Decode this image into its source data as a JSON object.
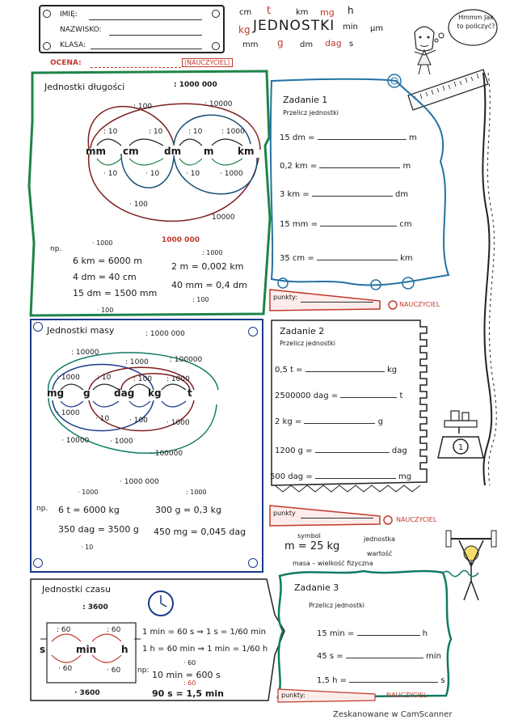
{
  "header": {
    "name_label": "IMIĘ:",
    "surname_label": "NAZWISKO:",
    "class_label": "KLASA:",
    "grade_label": "OCENA:",
    "teacher_label": "(NAUCZYCIEL)",
    "title": "JEDNOSTKI",
    "units_scatter": [
      "cm",
      "t",
      "km",
      "mg",
      "h",
      "kg",
      "min",
      "μm",
      "mm",
      "g",
      "dm",
      "dag",
      "s"
    ],
    "speech": "Hmmm Jak to policzyć?"
  },
  "length": {
    "title": "Jednostki długości",
    "top_conv": ": 1000 000",
    "bottom_conv": "1000 000",
    "outer_top": ": 100",
    "outer_top2": ": 10000",
    "units": [
      "mm",
      "cm",
      "dm",
      "m",
      "km"
    ],
    "div_steps": [
      ": 10",
      ": 10",
      ": 10",
      ": 1000"
    ],
    "mul_steps": [
      "· 10",
      "· 10",
      "· 10",
      "· 1000"
    ],
    "bottom_small": "· 100",
    "bottom_small2": "10000",
    "example_label": "np.",
    "examples": [
      {
        "above": "· 1000",
        "text": "6 km = 6000 m"
      },
      {
        "above": "",
        "text": "4 dm = 40 cm"
      },
      {
        "above": "",
        "text": "15 dm = 1500 mm"
      },
      {
        "above": ": 1000",
        "text": "2 m = 0,002 km"
      },
      {
        "above": "",
        "text": "40 mm = 0,4 dm"
      }
    ],
    "ex_bottom": "· 100",
    "ex_bottom2": ": 100"
  },
  "task1": {
    "title": "Zadanie 1",
    "subtitle": "Przelicz jednostki",
    "rows": [
      {
        "left": "15 dm =",
        "unit": "m"
      },
      {
        "left": "0,2 km =",
        "unit": "m"
      },
      {
        "left": "3 km =",
        "unit": "dm"
      },
      {
        "left": "15 mm =",
        "unit": "cm"
      },
      {
        "left": "35 cm =",
        "unit": "km"
      }
    ],
    "points_label": "punkty:",
    "teacher": "NAUCZYCIEL"
  },
  "mass": {
    "title": "Jednostki masy",
    "top_conv": ": 1000 000",
    "bottom_conv": "· 1000 000",
    "units": [
      "mg",
      "g",
      "dag",
      "kg",
      "t"
    ],
    "labels_top": [
      ": 10000",
      ": 1000",
      ": 100000",
      ": 1000",
      ": 10",
      ": 100",
      ": 1000"
    ],
    "labels_bottom": [
      "· 1000",
      "· 10",
      "· 100",
      "· 1000",
      "· 10000",
      "· 1000",
      "· 100000"
    ],
    "example_label": "np.",
    "examples": [
      {
        "above": "· 1000",
        "text": "6 t = 6000 kg"
      },
      {
        "above": ": 1000",
        "text": "300 g = 0,3 kg"
      },
      {
        "above": "",
        "text": "350 dag = 3500 g"
      },
      {
        "above": "",
        "text": "450 mg = 0,045 dag"
      }
    ],
    "ex_bottom": "· 10"
  },
  "task2": {
    "title": "Zadanie 2",
    "subtitle": "Przelicz jednostki",
    "rows": [
      {
        "left": "0,5 t =",
        "unit": "kg"
      },
      {
        "left": "2500000 dag =",
        "unit": "t"
      },
      {
        "left": "2 kg =",
        "unit": "g"
      },
      {
        "left": "1200 g =",
        "unit": "dag"
      },
      {
        "left": "500 dag =",
        "unit": "mg"
      }
    ],
    "points_label": "punkty",
    "teacher": "NAUCZYCIEL"
  },
  "symbol_note": {
    "symbol": "symbol",
    "formula": "m = 25 kg",
    "unit": "jednostka",
    "value": "wartość",
    "quantity": "masa – wielkość fizyczna"
  },
  "time": {
    "title": "Jednostki czasu",
    "top_conv": ": 3600",
    "bottom_conv": "· 3600",
    "units": [
      "s",
      "min",
      "h"
    ],
    "div": [
      ": 60",
      ": 60"
    ],
    "mul": [
      "· 60",
      "· 60"
    ],
    "facts": [
      "1 min = 60 s ⇒ 1 s = 1/60 min",
      "1 h = 60 min ⇒ 1 min = 1/60 h"
    ],
    "example_label": "np:",
    "examples": [
      "10 min = 600 s",
      "90 s = 1,5 min"
    ],
    "ex_above": "· 60",
    "ex_above2": ": 60"
  },
  "task3": {
    "title": "Zadanie 3",
    "subtitle": "Przelicz jednostki",
    "rows": [
      {
        "left": "15 min =",
        "unit": "h"
      },
      {
        "left": "45 s =",
        "unit": "min"
      },
      {
        "left": "1,5 h =",
        "unit": "s"
      }
    ],
    "points_label": "punkty:",
    "teacher": "NAUCZYCIEL"
  },
  "footer": "Zeskanowane w CamScanner"
}
